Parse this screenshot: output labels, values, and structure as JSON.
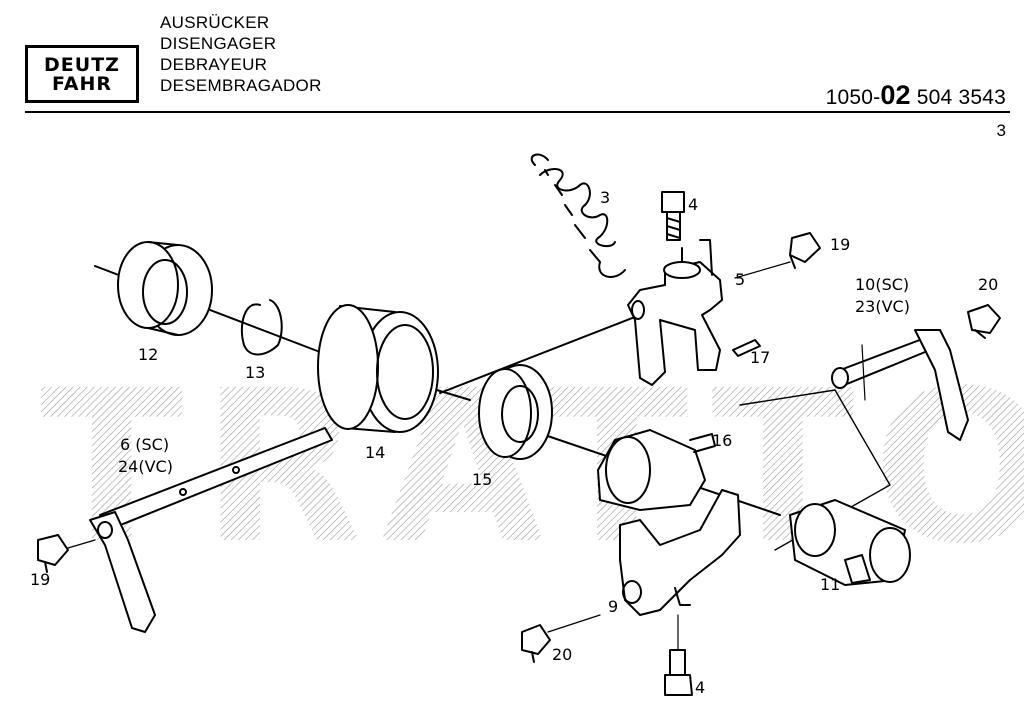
{
  "logo": {
    "line1": "DEUTZ",
    "line2": "FAHR"
  },
  "titles": [
    "AUSRÜCKER",
    "DISENGAGER",
    "DEBRAYEUR",
    "DESEMBRAGADOR"
  ],
  "part_number": {
    "prefix": "1050-",
    "group": "02",
    "suffix": " 504 3543"
  },
  "page_number": "3",
  "watermark": "TRATTORE IT",
  "callouts": {
    "c3": "3",
    "c4_top": "4",
    "c19_top": "19",
    "c5": "5",
    "c10": "10(SC)",
    "c23": "23(VC)",
    "c20_top": "20",
    "c12": "12",
    "c13": "13",
    "c17": "17",
    "c14": "14",
    "c6": "6 (SC)",
    "c24": "24(VC)",
    "c16": "16",
    "c15": "15",
    "c19_bot": "19",
    "c11": "11",
    "c9": "9",
    "c20_bot": "20",
    "c4_bot": "4"
  }
}
